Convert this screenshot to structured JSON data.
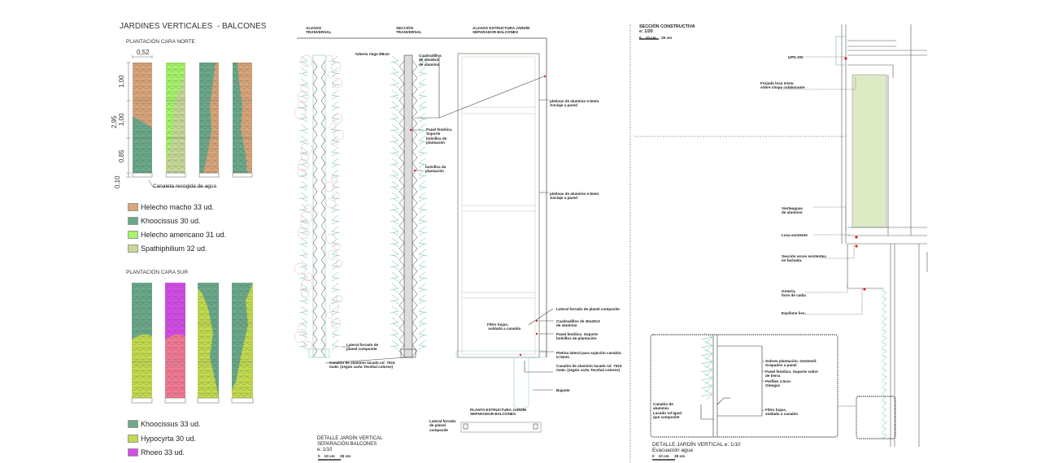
{
  "left": {
    "title": "JARDINES VERTICALES  - BALCONES",
    "north": {
      "heading": "PLANTACIÓN CARA NORTE",
      "dims": {
        "width": "0,52",
        "total": "2,95",
        "top": "1,00",
        "mid": "1,00",
        "bottom": "0,85",
        "base": "0,10"
      },
      "gutter_label": "Canaleta recogida de agua",
      "legend": [
        {
          "label": "Helecho macho 33 ud.",
          "color": "#d9a57a"
        },
        {
          "label": "Khoocissus 30 ud.",
          "color": "#6aa98a"
        },
        {
          "label": "Helecho americano 31 ud.",
          "color": "#a6f56b"
        },
        {
          "label": "Spathiphilium 32 ud.",
          "color": "#c6d997"
        }
      ]
    },
    "south": {
      "heading": "PLANTACIÓN CARA SUR",
      "legend": [
        {
          "label": "Khoocissus 33 ud.",
          "color": "#6aa98a"
        },
        {
          "label": "Hypocyrta 30 ud.",
          "color": "#c2dc4e"
        },
        {
          "label": "Rhoeo 33 ud.",
          "color": "#d34ce8"
        }
      ]
    }
  },
  "middle": {
    "alzado_title": "ALZADO\nTRANVERSAL",
    "seccion_title": "SECCIÓN\nTRANVERSAL",
    "estructura_title": "ALZADO ESTRUCTURA JARDÍN\nSEPARADOR BALCONES",
    "labels": {
      "tuberia": "tubería riego Ø8cm",
      "cuadradillos_top": "Cuadradillos\nde 40x40x3\nde aluminio",
      "panel_fenolico": "Panel fenólico.\nSoporte\nbolsillos de\nplantación",
      "bolsillos": "bolsillos de\nplantación",
      "pletinas_1": "pletinas de aluminio e:5mm\nAnclaje a pared",
      "pletinas_2": "pletinas de aluminio e:5mm\nAnclaje a pared",
      "lateral_forrado": "Lateral forrado de planel composite",
      "cuadradillos_bottom": "Cuadradillos de 40x40x3\nde aluminio",
      "panel_fenolico_2": "Panel fenólico. Soporte\nbolsillos de plantación",
      "pletina_lateral": "Pletina lateral para sujeción canalón.\ne=5mm",
      "canalon_right": "Canalón de aluminio lacado ral  7024\nmate. (según carta Tecnhal colores)",
      "bajante": "Bajante",
      "filtro": "Filtro hojas,\n soldado a canalón",
      "lateral_left": "Lateral forrado de\nplanel composite",
      "canalon_left": "Canalón de aluminio lacado ral  7024\nmate. (según carta Tecnhal colores)",
      "planta_title": "PLANTA ESTRUCTURA JARDÍN\nSEPARADOR BALCONES",
      "lateral_planta": "Lateral forrado\nde planel\ncomposite"
    },
    "footer_title": "DETALLE JARDÍN VERTICAL\nSEPARACIÓN BALCONES\ne: 1/10",
    "scale": "0    10 cm     25 cm"
  },
  "right": {
    "title": "SECCIÓN CONSTRUCTIVA\ne: 1/20",
    "scale": "0    10 cm     25 cm",
    "labels": {
      "upn": "UPN 200",
      "forjado": "Forjado losa mixta\nsobre chapa colaborante",
      "vierteaguas": "Vierteaguas\nde aluminio",
      "losa": "Losa existente",
      "seccion_arcos": "Sección arcos existentes\nen fachada.",
      "goteria": "Gotería,\nform de caída",
      "equilone": "Equilone liso.",
      "sobres": "Sobres plantación. Geotextil.\nGrapados a panel",
      "panel": "Panel fenólico. Soporte sobre\nde tierra",
      "perfiles": "Perfiles 2.5cm\nOmegas",
      "filtro": "Filtro hojas,\nsoldado a canalón",
      "canalon": "Canalón de\naluminio.\nLacado ral igual\nque composite"
    },
    "footer_title": "DETALLE JARDÍN VERTICAL e: 1/10\nEvacuación agua"
  }
}
